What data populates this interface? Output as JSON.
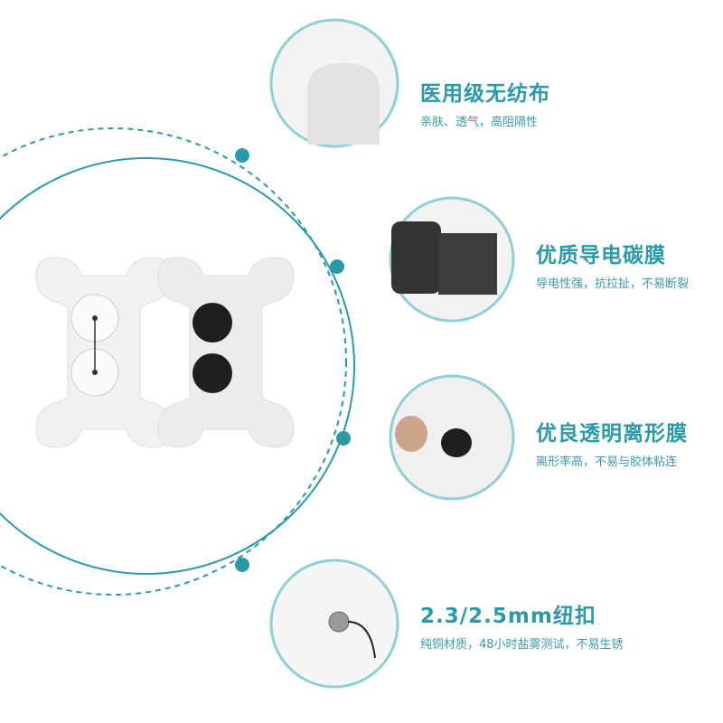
{
  "accent_color": "#2a9aa8",
  "features": [
    {
      "title": "医用级无纺布",
      "desc": "亲肤、透气，高阻隔性",
      "icon": "non-woven-fabric-photo"
    },
    {
      "title": "优质导电碳膜",
      "desc": "导电性强，抗拉扯，不易断裂",
      "icon": "carbon-film-roll-photo"
    },
    {
      "title": "优良透明离形膜",
      "desc": "离形率高，不易与胶体粘连",
      "icon": "release-film-photo"
    },
    {
      "title": "2.3/2.5mm纽扣",
      "desc": "纯铜材质，48小时盐雾测试，不易生锈",
      "icon": "snap-button-photo"
    }
  ]
}
